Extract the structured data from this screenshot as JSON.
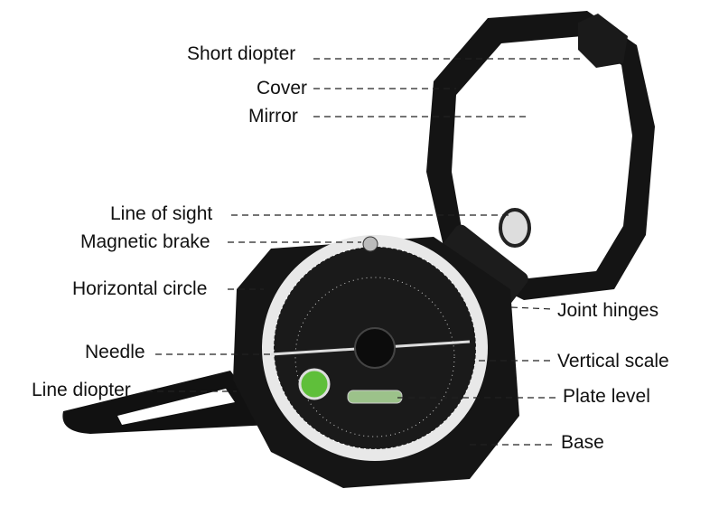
{
  "labels": {
    "short_diopter": "Short diopter",
    "cover": "Cover",
    "mirror": "Mirror",
    "line_of_sight": "Line of sight",
    "magnetic_brake": "Magnetic brake",
    "horizontal_circle": "Horizontal circle",
    "needle": "Needle",
    "line_diopter": "Line diopter",
    "joint_hinges": "Joint hinges",
    "vertical_scale": "Vertical scale",
    "plate_level": "Plate level",
    "base": "Base"
  },
  "colors": {
    "body": "#111111",
    "level_green": "#5fbf3a",
    "dial_ring": "#e8e8e8"
  }
}
